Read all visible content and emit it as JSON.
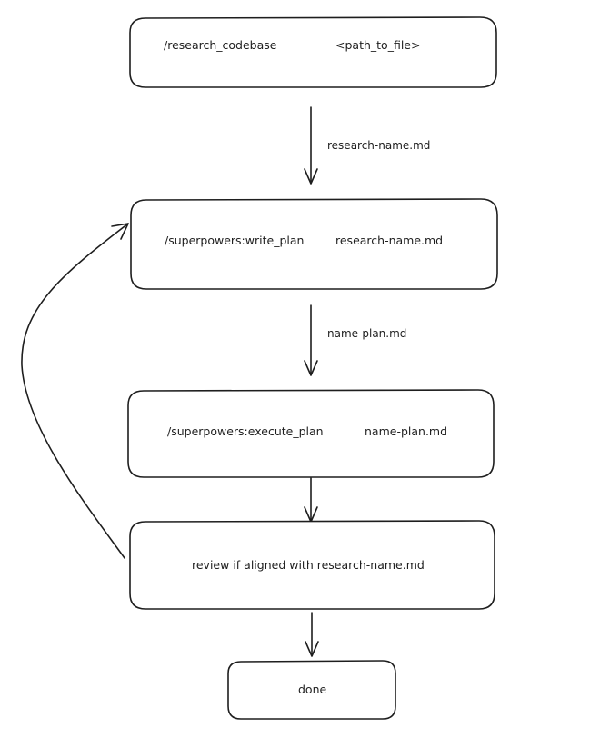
{
  "nodes": {
    "research": {
      "command": "/research_codebase",
      "argument": "<path_to_file>"
    },
    "write_plan": {
      "command": "/superpowers:write_plan",
      "argument": "research-name.md"
    },
    "execute_plan": {
      "command": "/superpowers:execute_plan",
      "argument": "name-plan.md"
    },
    "review": {
      "text": "review if aligned with research-name.md"
    },
    "done": {
      "text": "done"
    }
  },
  "edges": {
    "research_to_write_plan": {
      "label": "research-name.md"
    },
    "write_plan_to_execute_plan": {
      "label": "name-plan.md"
    }
  },
  "colors": {
    "stroke": "#1e1e1e",
    "background": "#ffffff"
  }
}
